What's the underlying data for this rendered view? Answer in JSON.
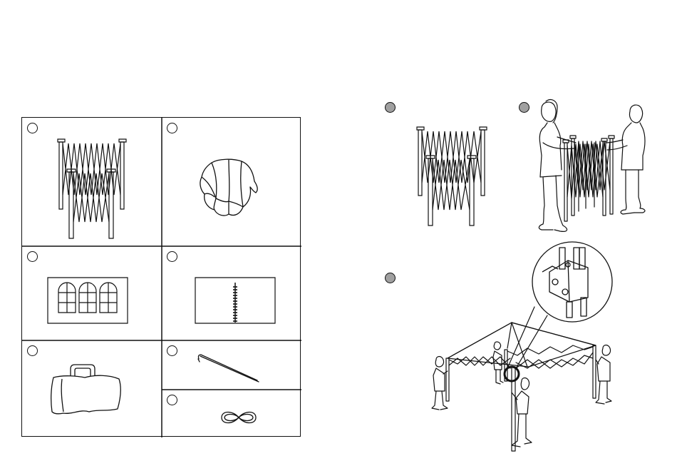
{
  "document": {
    "type": "assembly-instructions",
    "colors": {
      "ink": "#111111",
      "step_marker_fill": "#a0a0a0",
      "background": "#ffffff"
    }
  },
  "parts": [
    {
      "id": "frame",
      "icon": "folded-frame-icon"
    },
    {
      "id": "canopy",
      "icon": "canopy-fabric-icon"
    },
    {
      "id": "window-sidewall",
      "icon": "window-sidewall-icon"
    },
    {
      "id": "zipper-sidewall",
      "icon": "zipper-sidewall-icon"
    },
    {
      "id": "carry-bag",
      "icon": "carry-bag-icon"
    },
    {
      "id": "stake",
      "icon": "ground-stake-icon"
    },
    {
      "id": "rope",
      "icon": "rope-loop-icon"
    }
  ],
  "steps": [
    {
      "id": "step-1",
      "icon": "frame-standing-icon"
    },
    {
      "id": "step-2",
      "icon": "two-people-expand-frame-icon"
    },
    {
      "id": "step-3",
      "icon": "four-people-raise-canopy-icon",
      "detail": "bracket-detail-zoom-icon"
    }
  ]
}
